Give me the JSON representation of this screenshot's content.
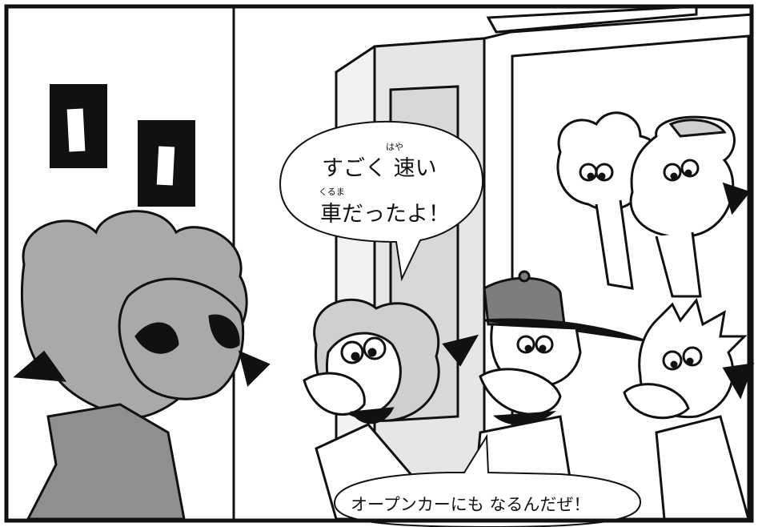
{
  "speech_bubble_top": {
    "line1_prefix": "すごく",
    "line1_kanji": "速",
    "line1_suffix": "い",
    "line1_ruby": "はや",
    "line2_kanji": "車",
    "line2_suffix": "だったよ！",
    "line2_ruby": "くるま"
  },
  "speech_bubble_bottom": {
    "text": "オープンカーにも なるんだぜ！"
  },
  "colors": {
    "ink": "#111111",
    "gray_light": "#cfcfcf",
    "gray_mid": "#a9a9a9",
    "gray_dark": "#7d7d7d",
    "paper": "#ffffff"
  }
}
